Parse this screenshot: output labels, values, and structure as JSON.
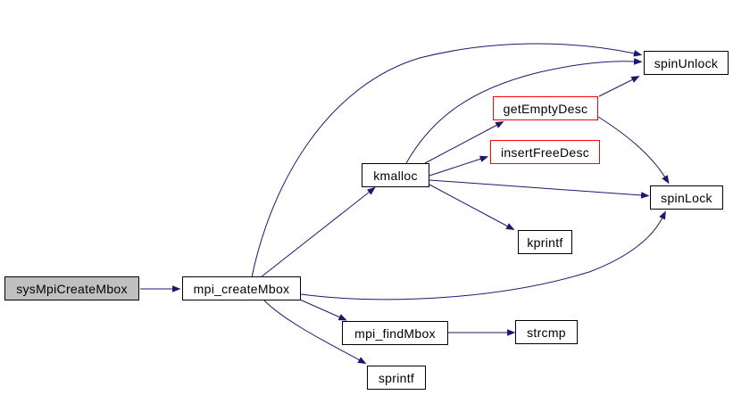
{
  "diagram": {
    "kind": "call-graph",
    "background_color": "#ffffff",
    "edge_color": "#191970",
    "node_border_color": "#000000",
    "truncated_node_border_color": "#ff0000",
    "focus_node_fill": "#c0c0c0",
    "nodes": [
      {
        "id": "sysMpiCreateMbox",
        "label": "sysMpiCreateMbox",
        "style": "focus"
      },
      {
        "id": "mpi_createMbox",
        "label": "mpi_createMbox",
        "style": "normal"
      },
      {
        "id": "kmalloc",
        "label": "kmalloc",
        "style": "normal"
      },
      {
        "id": "getEmptyDesc",
        "label": "getEmptyDesc",
        "style": "highlight"
      },
      {
        "id": "insertFreeDesc",
        "label": "insertFreeDesc",
        "style": "highlight"
      },
      {
        "id": "spinUnlock",
        "label": "spinUnlock",
        "style": "normal"
      },
      {
        "id": "spinLock",
        "label": "spinLock",
        "style": "normal"
      },
      {
        "id": "kprintf",
        "label": "kprintf",
        "style": "normal"
      },
      {
        "id": "mpi_findMbox",
        "label": "mpi_findMbox",
        "style": "normal"
      },
      {
        "id": "strcmp",
        "label": "strcmp",
        "style": "normal"
      },
      {
        "id": "sprintf",
        "label": "sprintf",
        "style": "normal"
      }
    ],
    "edges": [
      {
        "from": "sysMpiCreateMbox",
        "to": "mpi_createMbox"
      },
      {
        "from": "mpi_createMbox",
        "to": "kmalloc"
      },
      {
        "from": "mpi_createMbox",
        "to": "spinUnlock"
      },
      {
        "from": "mpi_createMbox",
        "to": "spinLock"
      },
      {
        "from": "mpi_createMbox",
        "to": "mpi_findMbox"
      },
      {
        "from": "mpi_createMbox",
        "to": "sprintf"
      },
      {
        "from": "kmalloc",
        "to": "getEmptyDesc"
      },
      {
        "from": "kmalloc",
        "to": "insertFreeDesc"
      },
      {
        "from": "kmalloc",
        "to": "spinUnlock"
      },
      {
        "from": "kmalloc",
        "to": "spinLock"
      },
      {
        "from": "kmalloc",
        "to": "kprintf"
      },
      {
        "from": "getEmptyDesc",
        "to": "spinUnlock"
      },
      {
        "from": "getEmptyDesc",
        "to": "spinLock"
      },
      {
        "from": "mpi_findMbox",
        "to": "strcmp"
      }
    ]
  }
}
